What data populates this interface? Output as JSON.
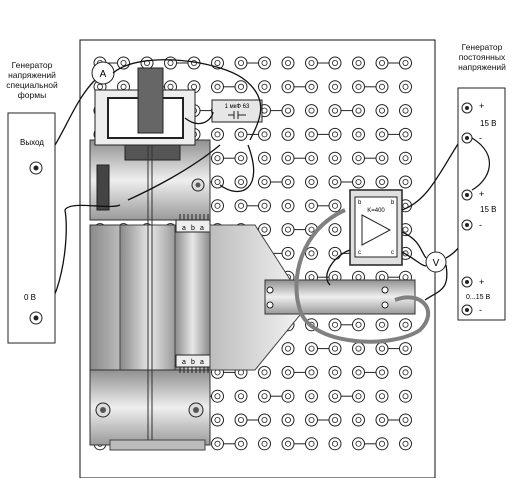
{
  "left_generator": {
    "title_lines": [
      "Генератор",
      "напряжений",
      "специальной",
      "формы"
    ],
    "output_label": "Выход",
    "ground_label": "0 В"
  },
  "right_generator": {
    "title_lines": [
      "Генератор",
      "постоянных",
      "напряжений"
    ],
    "plus1": "+",
    "v1": "15 В",
    "minus1": "-",
    "plus2": "+",
    "v2": "15 В",
    "minus2": "-",
    "plus3": "+",
    "v3": "0...15 В",
    "minus3": "-"
  },
  "ammeter_label": "A",
  "voltmeter_label": "V",
  "capacitor_label": "1 мкФ 63",
  "opamp": {
    "gain_label": "K=400",
    "pin_top_left": "b",
    "pin_top_right": "b",
    "pin_bottom_left": "c",
    "pin_bottom_right": "c"
  },
  "plate_labels": [
    "a",
    "b",
    "a"
  ],
  "colors": {
    "board": "#ffffff",
    "line": "#111111",
    "gray_wire": "#7d7d7d",
    "metal_dark": "#6f6f6f",
    "metal_light": "#d8d8d8"
  }
}
